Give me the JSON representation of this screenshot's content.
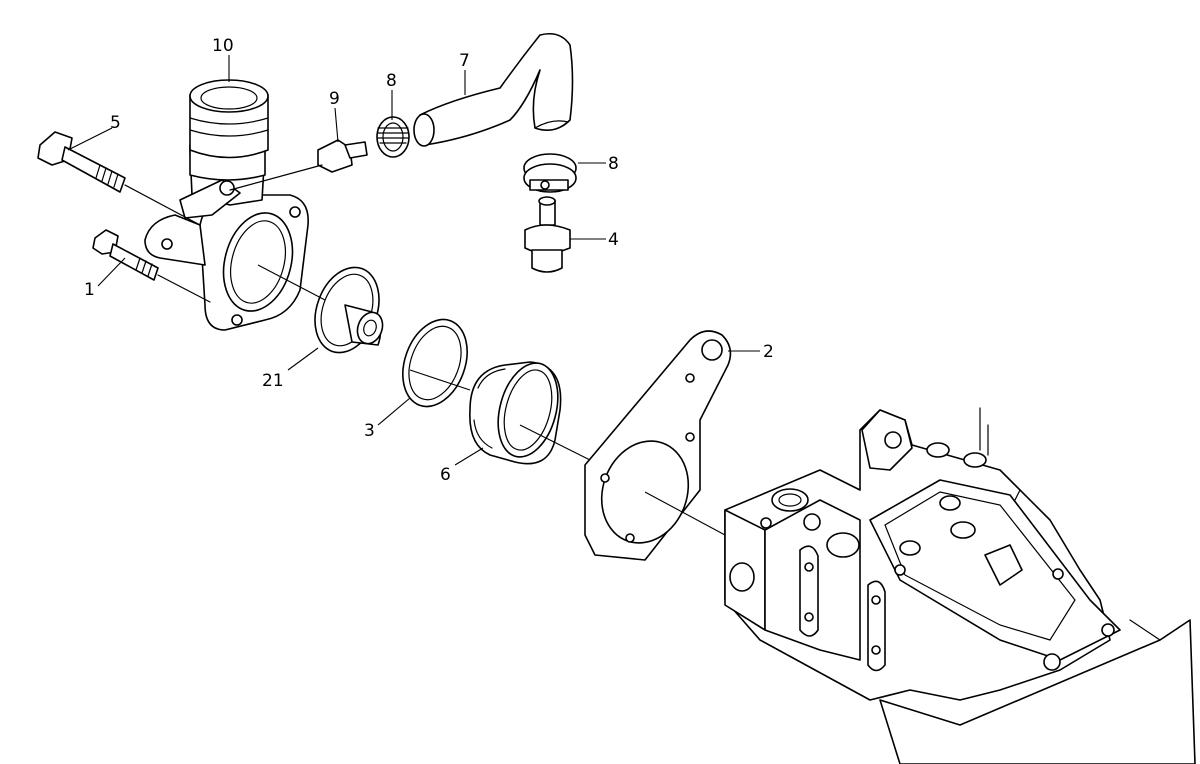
{
  "diagram": {
    "line_color": "#000000",
    "background": "#ffffff",
    "callouts": [
      {
        "id": "10",
        "label": "10"
      },
      {
        "id": "5",
        "label": "5"
      },
      {
        "id": "1",
        "label": "1"
      },
      {
        "id": "9",
        "label": "9"
      },
      {
        "id": "8a",
        "label": "8"
      },
      {
        "id": "7",
        "label": "7"
      },
      {
        "id": "8b",
        "label": "8"
      },
      {
        "id": "4",
        "label": "4"
      },
      {
        "id": "21",
        "label": "21"
      },
      {
        "id": "3",
        "label": "3"
      },
      {
        "id": "6",
        "label": "6"
      },
      {
        "id": "2",
        "label": "2"
      }
    ]
  }
}
